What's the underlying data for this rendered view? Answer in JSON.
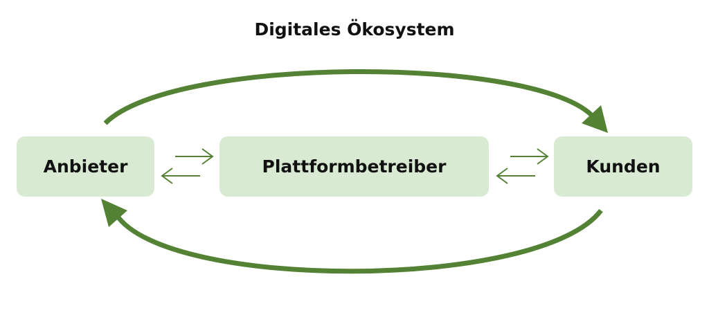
{
  "title": "Digitales Ökosystem",
  "nodes": {
    "provider": "Anbieter",
    "platform": "Plattformbetreiber",
    "customers": "Kunden"
  },
  "colors": {
    "arrow": "#548235",
    "box": "#d9ead3"
  }
}
